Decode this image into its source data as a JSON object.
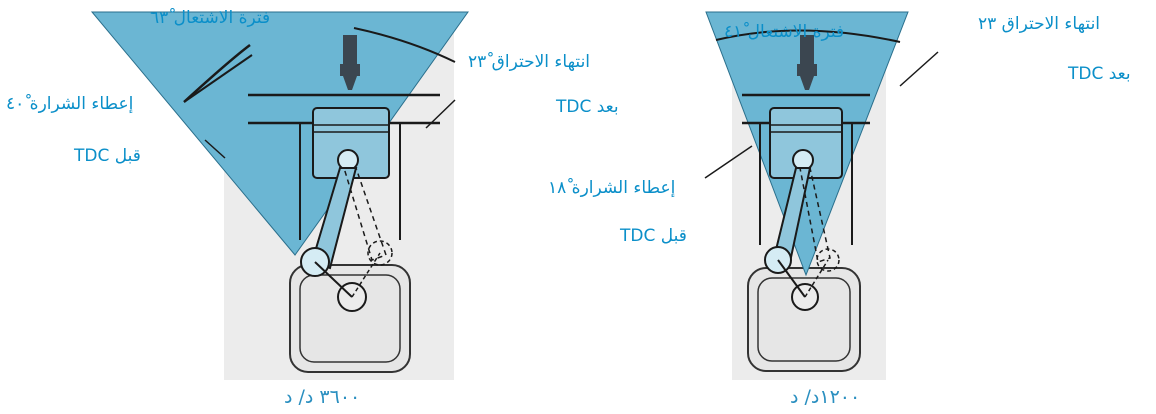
{
  "left_diagram": {
    "ignition_period_label": "فترة الاشتعال ٦٣ْ",
    "combustion_end_label": "انتهاء الاحتراق ٢٣ْ",
    "combustion_end_ref": "بعد TDC",
    "spark_label": "إعطاء الشرارة ٤٠ْ",
    "spark_ref": "قبل TDC",
    "speed_caption": "٣٦٠٠ د/ د"
  },
  "right_diagram": {
    "ignition_period_label": "فترة الاشتعال ٤١ْ",
    "combustion_end_label": "انتهاء الاحتراق ٢٣",
    "combustion_end_ref": "بعد TDC",
    "spark_label": "إعطاء الشرارة ١٨ْ",
    "spark_ref": "قبل TDC",
    "speed_caption": "١٢٠٠د/ د"
  },
  "colors": {
    "cone": "#6bb6d3",
    "accent_text": "#0b8fc9",
    "engine_gray": "#d9d9d9",
    "line_dark": "#1a1a1a"
  }
}
